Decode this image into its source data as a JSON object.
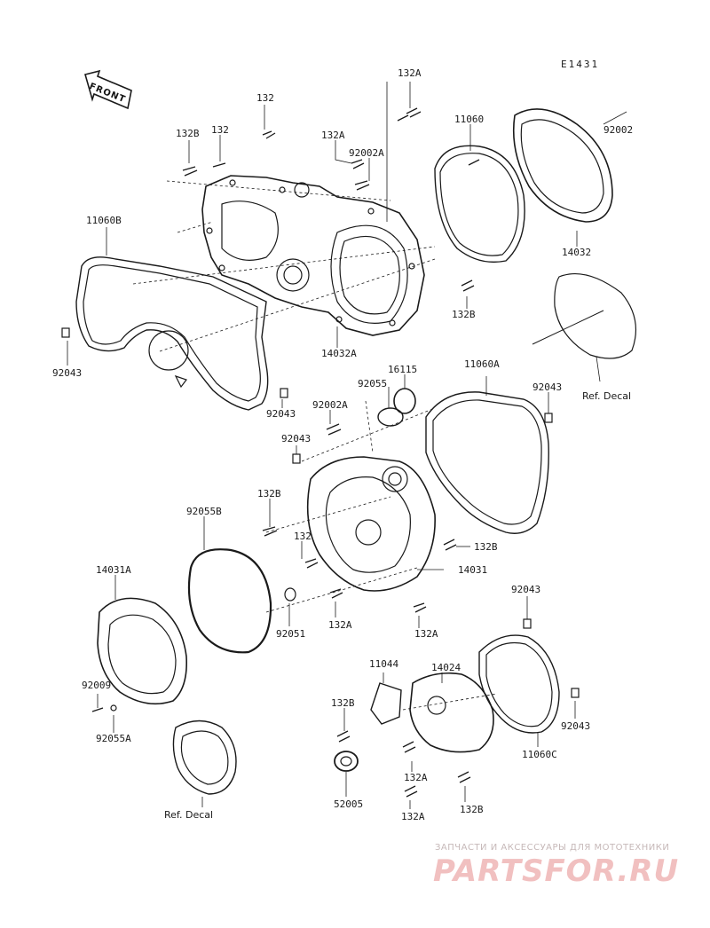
{
  "diagram": {
    "code": "E1431",
    "front_arrow": "FRONT",
    "labels": {
      "l132a_top": "132A",
      "l132_top": "132",
      "l132b_top": "132B",
      "l132_b": "132",
      "l132a_mid": "132A",
      "l92002a": "92002A",
      "l11060": "11060",
      "l92002": "92002",
      "l14032": "14032",
      "l11060b": "11060B",
      "l132b_right": "132B",
      "l92043_left": "92043",
      "l14032a": "14032A",
      "l92043_mid": "92043",
      "l16115": "16115",
      "l92055": "92055",
      "l11060a": "11060A",
      "l92043_right": "92043",
      "l92002a_mid": "92002A",
      "l92043_c": "92043",
      "l132b_c": "132B",
      "l92055b": "92055B",
      "l132_c": "132",
      "l132b_c2": "132B",
      "l14031": "14031",
      "l14031a": "14031A",
      "l92051": "92051",
      "l132a_c": "132A",
      "l132a_c2": "132A",
      "l92043_low": "92043",
      "l11044": "11044",
      "l14024": "14024",
      "l92009": "92009",
      "l92055a": "92055A",
      "l132b_low": "132B",
      "l92043_low2": "92043",
      "l11060c": "11060C",
      "l132a_low": "132A",
      "l52005": "52005",
      "l132a_low2": "132A",
      "l132b_low2": "132B"
    },
    "ref_decal_top": "Ref. Decal",
    "ref_decal_bottom": "Ref. Decal"
  },
  "watermark": {
    "tagline": "ЗАПЧАСТИ И АКСЕССУАРЫ ДЛЯ МОТОТЕХНИКИ",
    "logo": "PARTSFOR.RU",
    "color": "#f1c0c0"
  }
}
